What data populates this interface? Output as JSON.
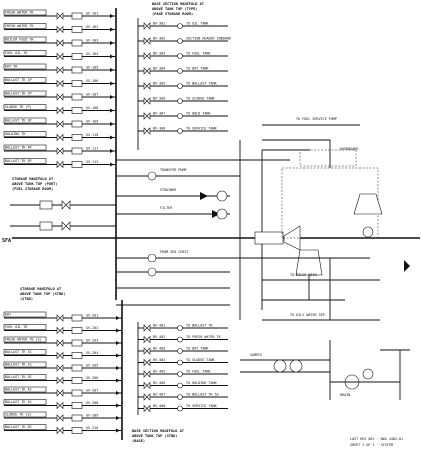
{
  "notes": {
    "top_manifold": [
      "BASE SECTION MANIFOLD AT",
      "ABOVE TANK TOP (TYPE)",
      "(PAGE STORAGE ROOM)"
    ],
    "mid_manifold": [
      "STORAGE MANIFOLD AT",
      "ABOVE TANK TOP (PORT)",
      "(FUEL STORAGE ROOM)"
    ],
    "lower_manifold": [
      "STORAGE MANIFOLD AT",
      "ABOVE TANK TOP (STBD)",
      "(STBD)"
    ],
    "bottom_manifold": [
      "BASE SECTION MANIFOLD AT",
      "ABOVE TANK TOP (STBD)",
      "(BASE)"
    ],
    "sfa": "SFA",
    "ref": [
      "LAST REV 001 · DWG 4462-01",
      "SHEET 1 OF 1 · SYSTEM"
    ]
  },
  "left_lines_upper": [
    {
      "label": "FRESH WATER TK",
      "tag": "GV-101"
    },
    {
      "label": "FRESH WATER TK",
      "tag": "GV-102"
    },
    {
      "label": "BOILER FEED TK",
      "tag": "GV-103"
    },
    {
      "label": "FUEL OIL TK",
      "tag": "GV-104"
    },
    {
      "label": "DAY TK",
      "tag": "GV-105"
    },
    {
      "label": "BALLAST TK 1P",
      "tag": "GV-106"
    },
    {
      "label": "BALLAST TK 2P",
      "tag": "GV-107"
    },
    {
      "label": "SLUDGE TK (P)",
      "tag": "GV-108"
    },
    {
      "label": "BALLAST TK 3P",
      "tag": "GV-109"
    },
    {
      "label": "HOLDING TK",
      "tag": "GV-110"
    },
    {
      "label": "BALLAST TK 4P",
      "tag": "GV-111"
    },
    {
      "label": "BALLAST TK 5P",
      "tag": "GV-112"
    }
  ],
  "left_lines_lower": [
    {
      "label": "DAY",
      "tag": "GV-201"
    },
    {
      "label": "FUEL OIL TK",
      "tag": "GV-202"
    },
    {
      "label": "FRESH WATER TK (S)",
      "tag": "GV-203"
    },
    {
      "label": "BALLAST TK 1S",
      "tag": "GV-204"
    },
    {
      "label": "BALLAST TK 2S",
      "tag": "GV-205"
    },
    {
      "label": "BALLAST TK 3S",
      "tag": "GV-206"
    },
    {
      "label": "BALLAST TK 4S",
      "tag": "GV-207"
    },
    {
      "label": "BALLAST TK 5S",
      "tag": "GV-208"
    },
    {
      "label": "SLUDGE TK (S)",
      "tag": "GV-209"
    },
    {
      "label": "BALLAST TK 6S",
      "tag": "GV-210"
    }
  ],
  "top_branches": [
    {
      "tag": "BV-301",
      "dest": "TO OIL TANK"
    },
    {
      "tag": "BV-302",
      "dest": "SUCTION HEADER INBOARD"
    },
    {
      "tag": "BV-303",
      "dest": "TO FUEL TANK"
    },
    {
      "tag": "BV-304",
      "dest": "TO DAY TANK"
    },
    {
      "tag": "BV-305",
      "dest": "TO BALLAST TANK"
    },
    {
      "tag": "BV-306",
      "dest": "TO SLUDGE TANK"
    },
    {
      "tag": "BV-307",
      "dest": "TO HOLD TANK"
    },
    {
      "tag": "BV-308",
      "dest": "TO SERVICE TANK"
    }
  ],
  "bottom_branches": [
    {
      "tag": "BV-401",
      "dest": "TO BALLAST TK"
    },
    {
      "tag": "BV-402",
      "dest": "TO FRESH WATER TK"
    },
    {
      "tag": "BV-403",
      "dest": "TO DAY TANK"
    },
    {
      "tag": "BV-404",
      "dest": "TO SLUDGE TANK"
    },
    {
      "tag": "BV-405",
      "dest": "TO FUEL TANK"
    },
    {
      "tag": "BV-406",
      "dest": "TO HOLDING TANK"
    },
    {
      "tag": "BV-407",
      "dest": "TO BALLAST TK 5S"
    },
    {
      "tag": "BV-408",
      "dest": "TO SERVICE TANK"
    }
  ],
  "mid_labels": [
    "TO FUEL SERVICE PUMP",
    "TRANSFER PUMP",
    "STRAINER",
    "FILTER",
    "OVERBOARD",
    "FROM SEA CHEST",
    "TO OILY WATER SEP.",
    "TO BILGE MAIN",
    "SAMPLE",
    "DRAIN"
  ]
}
